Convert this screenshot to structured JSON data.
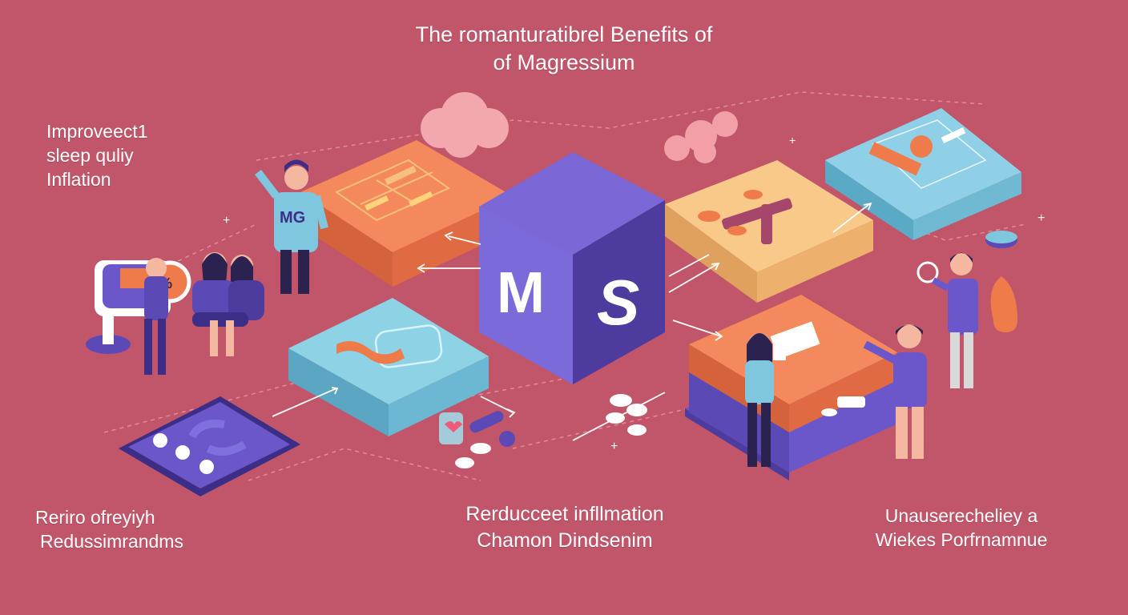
{
  "title": {
    "line1": "The romanturatibrel Benefits of",
    "line2": "of Magressium"
  },
  "cube": {
    "letter_left": "M",
    "letter_right": "S"
  },
  "person_shirt_text": "MG",
  "sign_symbol": "%",
  "labels": {
    "top_left": [
      "Improveect1",
      "sleep quliy",
      "Inflation"
    ],
    "bottom_left": [
      "Reriro ofreyiyh",
      "Redussimrandms"
    ],
    "bottom_center": [
      "Rerducceet infllmation",
      "Chamon Dindsenim"
    ],
    "bottom_right": [
      "Unauserecheliey a",
      "Wiekes Porfrnamnue"
    ]
  },
  "colors": {
    "background": "#c1556a",
    "cube_top": "#7b68d6",
    "cube_front": "#6b57c9",
    "cube_side": "#4e3b9e",
    "orange": "#ef7a4a",
    "peach": "#f7c07e",
    "sky": "#7fc7de",
    "purple": "#5b49b5"
  }
}
